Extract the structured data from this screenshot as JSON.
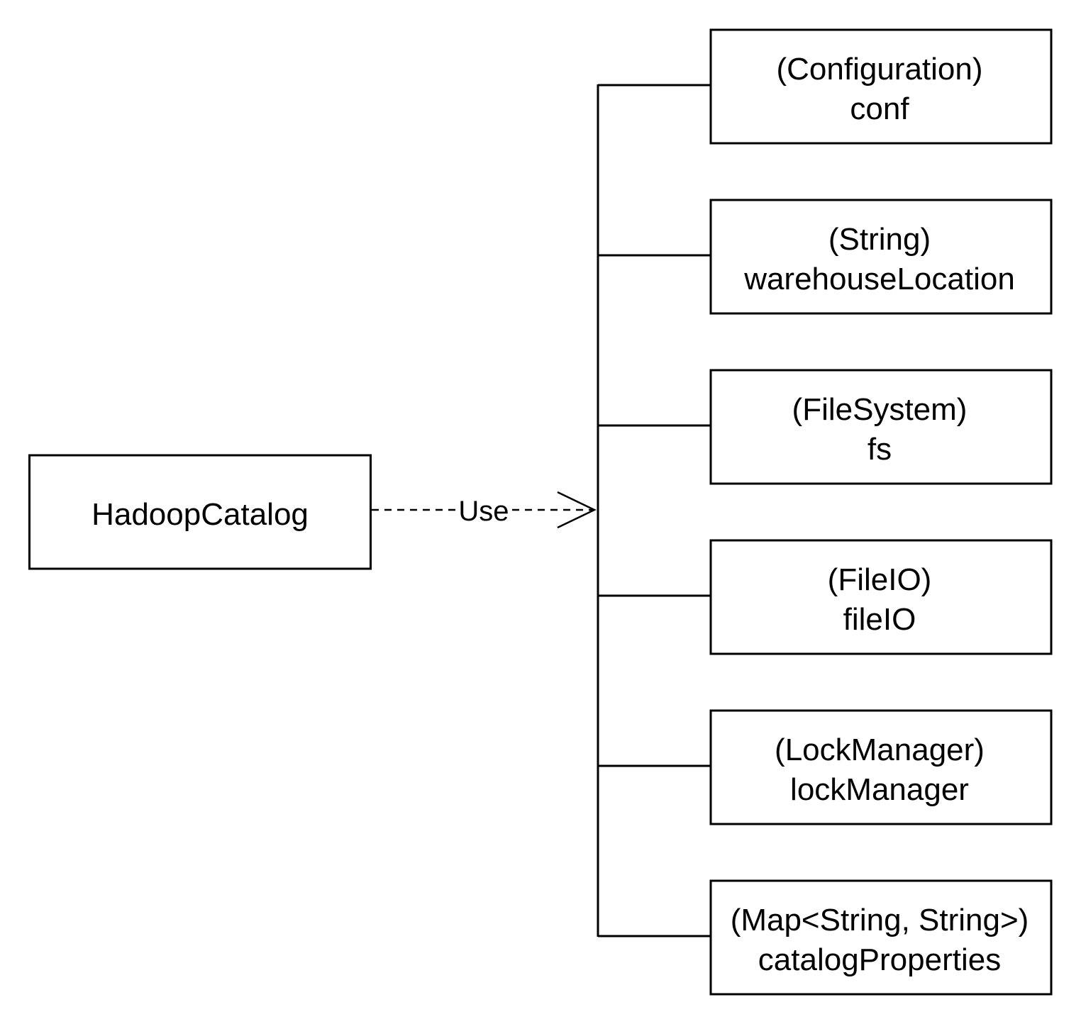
{
  "source": {
    "label": "HadoopCatalog"
  },
  "edge": {
    "label": "Use",
    "style": "dashed",
    "arrow": "open"
  },
  "fields": [
    {
      "type": "(Configuration)",
      "name": "conf"
    },
    {
      "type": "(String)",
      "name": "warehouseLocation"
    },
    {
      "type": "(FileSystem)",
      "name": "fs"
    },
    {
      "type": "(FileIO)",
      "name": "fileIO"
    },
    {
      "type": "(LockManager)",
      "name": "lockManager"
    },
    {
      "type": "(Map<String, String>)",
      "name": "catalogProperties"
    }
  ]
}
